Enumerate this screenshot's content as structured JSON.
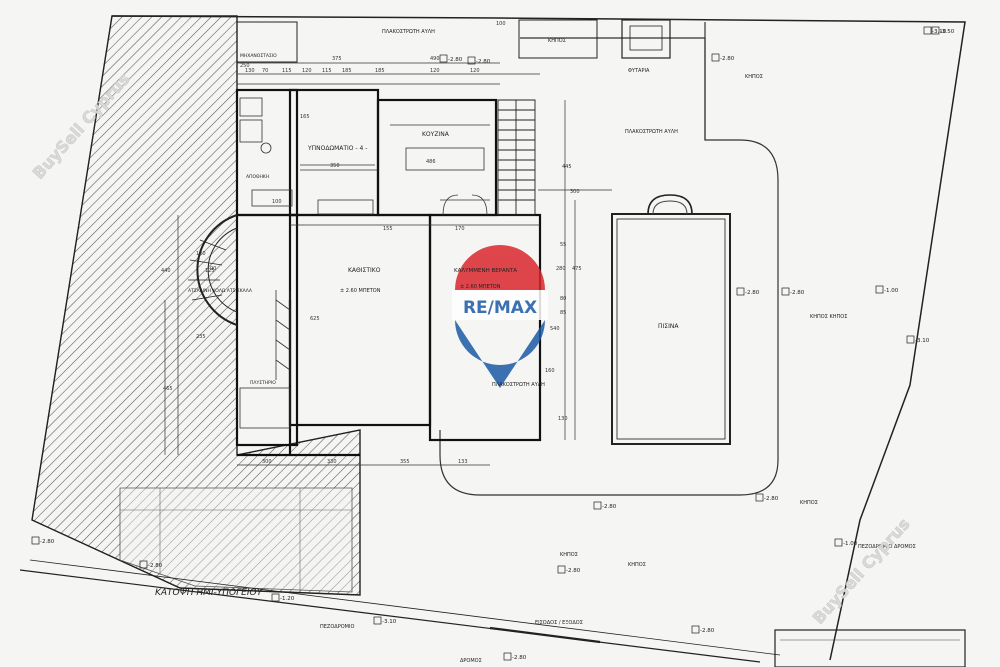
{
  "plan": {
    "title": "ΚΑΤΟΨΗ ΗΜΙ-ΥΠΟΓΕΙΟΥ",
    "rooms": {
      "bedroom": "ΥΠΝΟΔΩΜΑΤΙΟ - 4 -",
      "kitchen": "ΚΟΥΖΙΝΑ",
      "living": "ΚΑΘΙΣΤΙΚΟ",
      "living_level": "± 2.60 ΜΠΕΤΟΝ",
      "veranda": "ΚΑΛΥΜΜΕΝΗ ΒΕΡΑΝΤΑ",
      "veranda_level": "± 2.60 ΜΠΕΤΟΝ",
      "pool": "ΠΙΣΙΝΑ",
      "stair": "ΑΤΣΑΛΙΝΗ ΚΟΛΩ ΑΤΣ ΣΚΑΛΑ",
      "wc": "ΠΛΥΣΤΗΡΙΟ",
      "storage": "ΑΠΟΘΗΚΗ"
    },
    "zones": {
      "paving_top": "ΠΛΑΚΟΣΤΡΩΤΗ ΑΥΛΗ",
      "paving_right": "ΠΛΑΚΟΣΤΡΩΤΗ ΑΥΛΗ",
      "paving_mid": "ΠΛΑΚΟΣΤΡΩΤΗ ΑΥΛΗ",
      "garden_a": "ΚΗΠΟΣ",
      "garden_b": "ΚΗΠΟΣ",
      "garden_c": "ΚΗΠΟΣ",
      "garden_d": "ΚΗΠΟΣ",
      "garden_e": "ΚΗΠΟΣ",
      "garden_f": "ΚΗΠΟΣ ΚΗΠΟΣ",
      "fountain": "ΦΥΤΑΡΙΑ",
      "pavement": "ΠΕΖΟΔΡΟΜΙΟ",
      "road": "ΔΡΟΜΟΣ",
      "road_right": "ΠΕΖΟΔΡΟΜΙΟ ΔΡΟΜΟΣ",
      "entrance": "ΕΙΣΟΔΟΣ / ΕΞΟΔΟΣ",
      "mech": "ΜΗΧΑΝΟΣΤΑΣΙΟ"
    },
    "levels": [
      "-3.10",
      "-2.80",
      "-2.80",
      "-2.80",
      "-2.80",
      "-1.00",
      "-3.10",
      "-2.80",
      "-2.80",
      "-2.80",
      "-2.80",
      "-2.80",
      "-2.80",
      "-1.20",
      "-3.10",
      "-2.80",
      "-2.80",
      "-1.00",
      "-3.50"
    ],
    "dimensions": {
      "top": [
        "375",
        "490",
        "130",
        "70",
        "115",
        "120",
        "115",
        "185",
        "185",
        "120",
        "120",
        "100",
        "250"
      ],
      "inner": [
        "350",
        "486",
        "155",
        "170",
        "300",
        "445",
        "475",
        "100",
        "160",
        "165"
      ],
      "left": [
        "440",
        "465",
        "235",
        "125",
        "120",
        "90"
      ],
      "bottom": [
        "300",
        "330",
        "355",
        "133"
      ],
      "mid": [
        "625",
        "280",
        "540",
        "80",
        "55",
        "85",
        "130"
      ]
    },
    "watermark": "BuySell Cyprus",
    "logo": {
      "name": "RE/MAX",
      "colors": {
        "red": "#d9272e",
        "blue": "#1b5aa6"
      }
    }
  }
}
